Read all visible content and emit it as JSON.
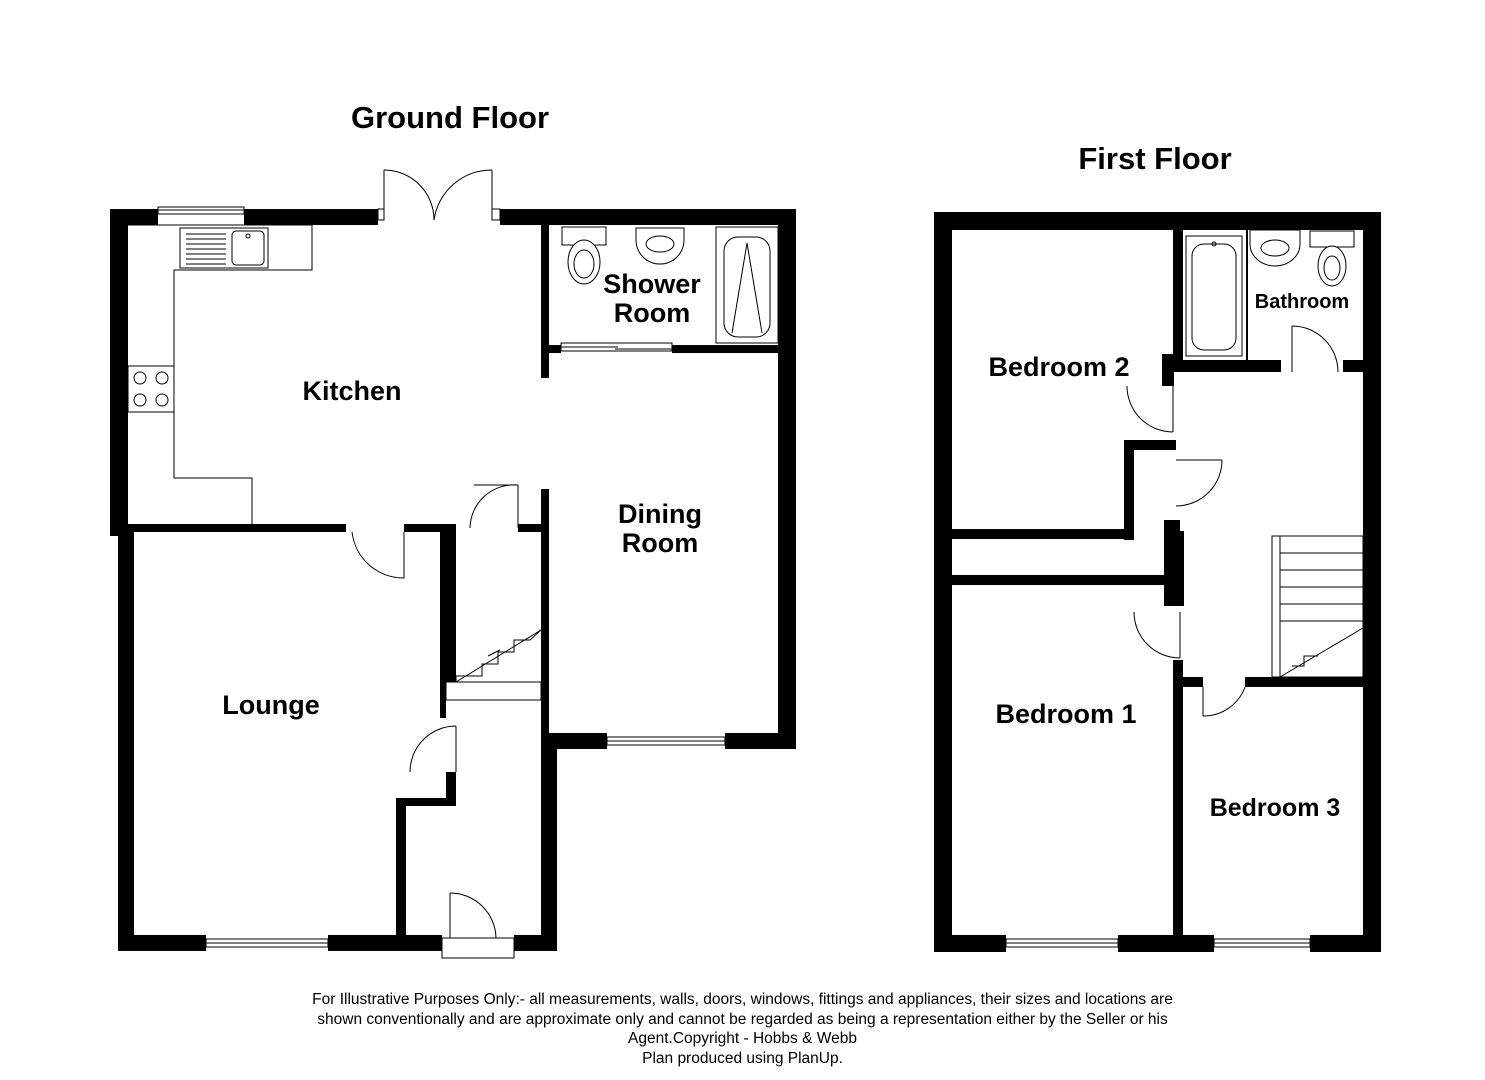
{
  "ground_floor": {
    "title": "Ground Floor",
    "rooms": {
      "kitchen": "Kitchen",
      "shower_room_line1": "Shower",
      "shower_room_line2": "Room",
      "dining_room_line1": "Dining",
      "dining_room_line2": "Room",
      "lounge": "Lounge"
    }
  },
  "first_floor": {
    "title": "First Floor",
    "rooms": {
      "bedroom_2": "Bedroom 2",
      "bathroom": "Bathroom",
      "bedroom_1": "Bedroom 1",
      "bedroom_3": "Bedroom 3"
    }
  },
  "disclaimer": {
    "line1": "For Illustrative Purposes Only:- all measurements, walls, doors, windows, fittings and appliances, their sizes and locations are",
    "line2": "shown conventionally and are approximate only and cannot be regarded as being a representation either by the Seller or his",
    "line3": "Agent.Copyright - Hobbs & Webb",
    "line4": "Plan produced using PlanUp."
  },
  "colors": {
    "wall": "#000000",
    "background": "#ffffff"
  }
}
